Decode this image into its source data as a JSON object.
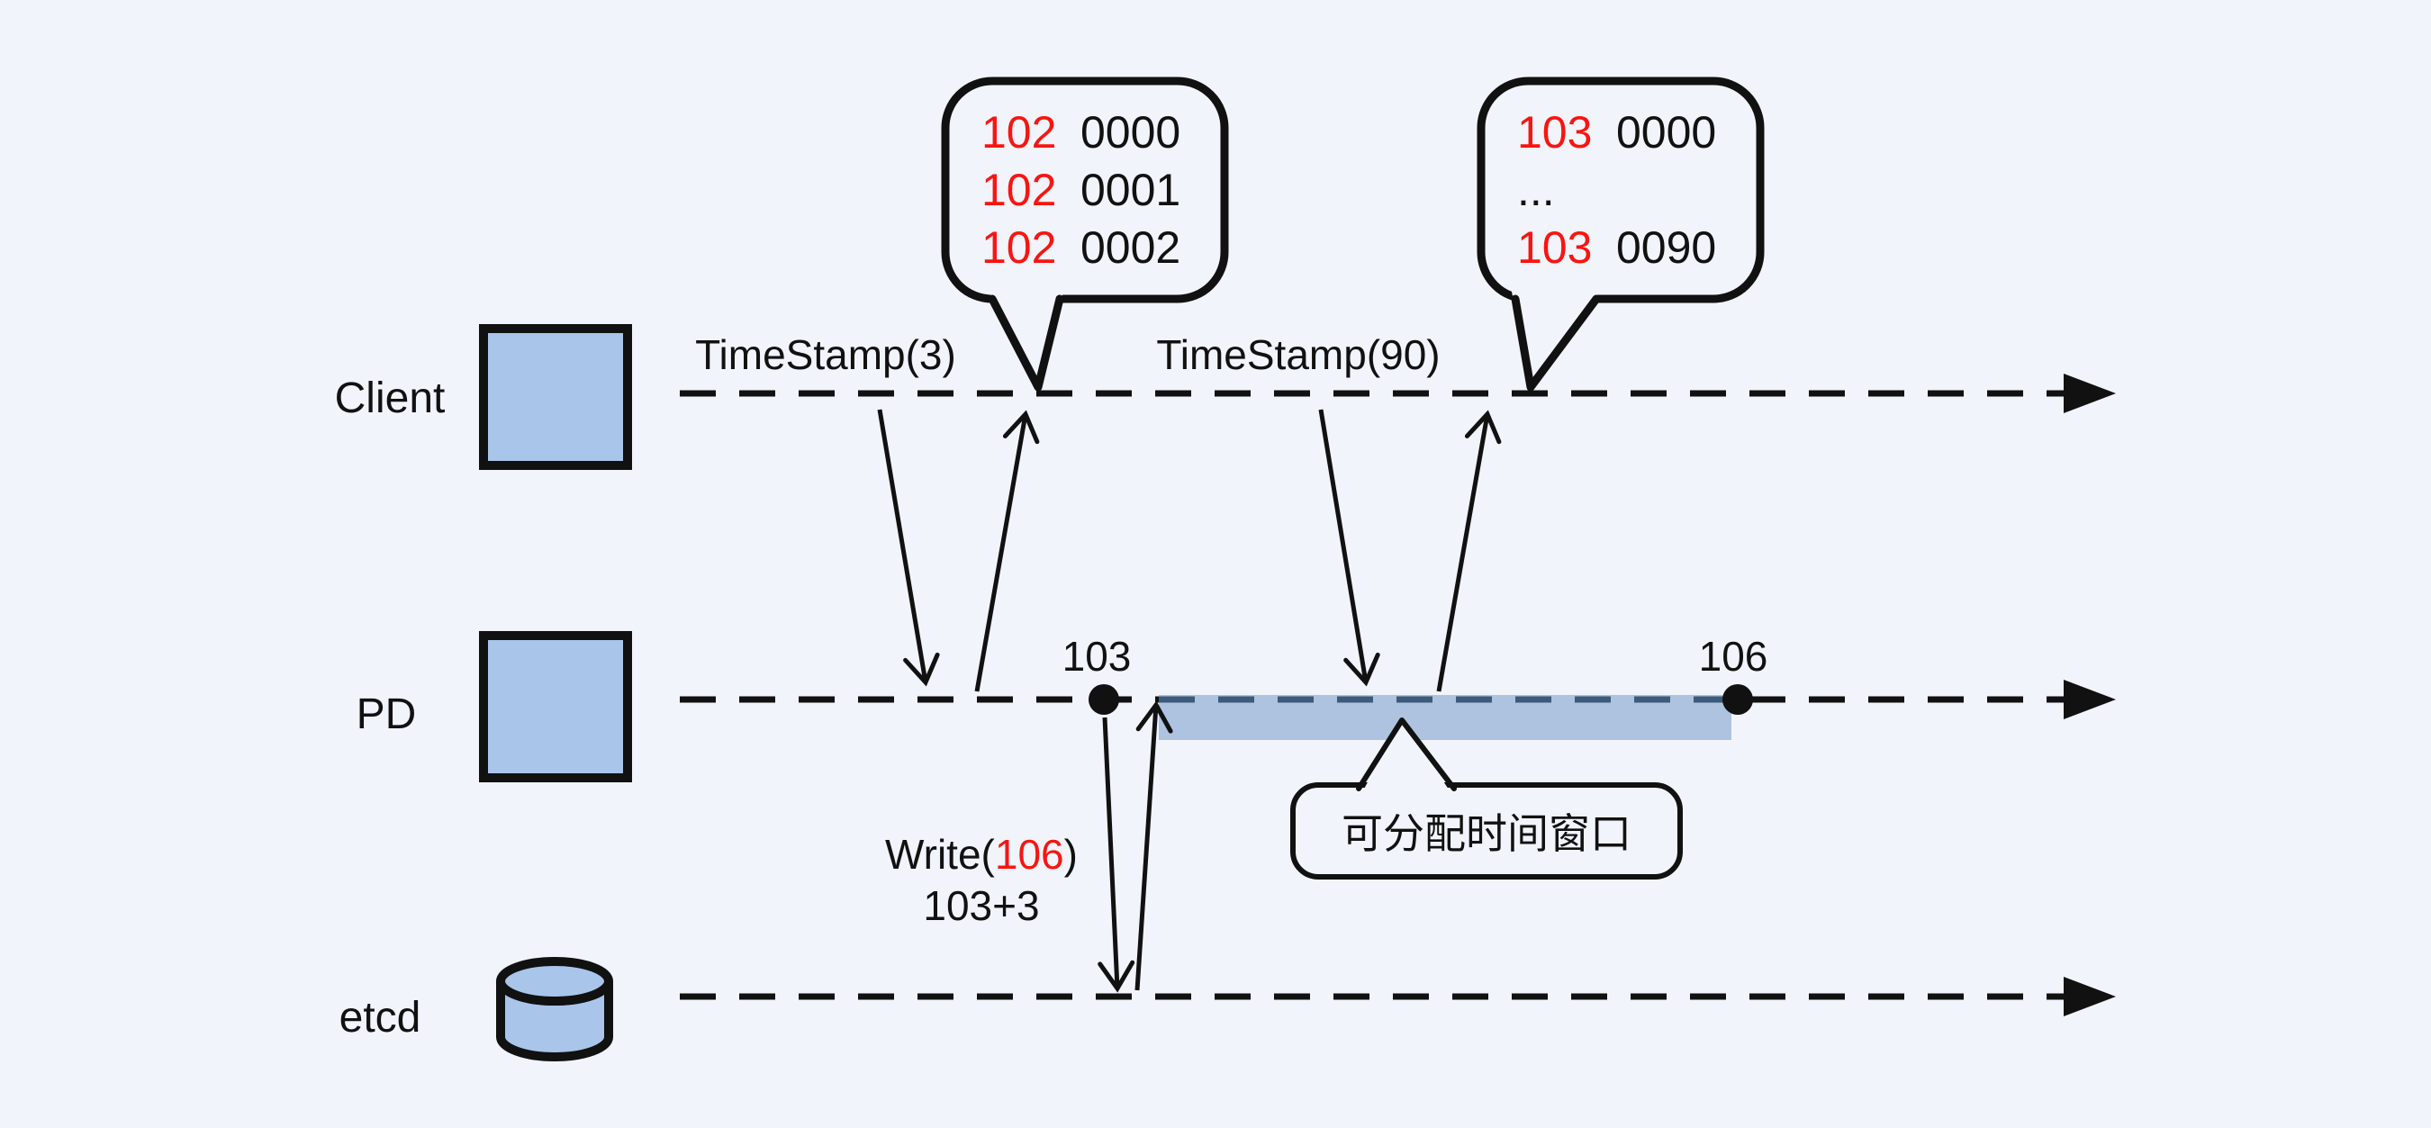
{
  "colors": {
    "background": "#f1f4fb",
    "node_fill": "#a9c5ea",
    "window_band_fill": "#adc3e0",
    "window_band_dash": "#3e5a7a",
    "highlight_red": "#f81511",
    "line_black": "#111111"
  },
  "lanes": {
    "client": "Client",
    "pd": "PD",
    "etcd": "etcd"
  },
  "client_lane": {
    "ts3": "TimeStamp(3)",
    "ts90": "TimeStamp(90)"
  },
  "pd_lane": {
    "start_point": "103",
    "end_point": "106"
  },
  "etcd_write": {
    "prefix": "Write(",
    "value": "106",
    "suffix": ")",
    "detail": "103+3"
  },
  "window_label": "可分配时间窗口",
  "bubble1": {
    "rows": [
      {
        "epoch": "102",
        "counter": "0000"
      },
      {
        "epoch": "102",
        "counter": "0001"
      },
      {
        "epoch": "102",
        "counter": "0002"
      }
    ]
  },
  "bubble2": {
    "row1": {
      "epoch": "103",
      "counter": "0000"
    },
    "row2": "...",
    "row3": {
      "epoch": "103",
      "counter": "0090"
    }
  }
}
